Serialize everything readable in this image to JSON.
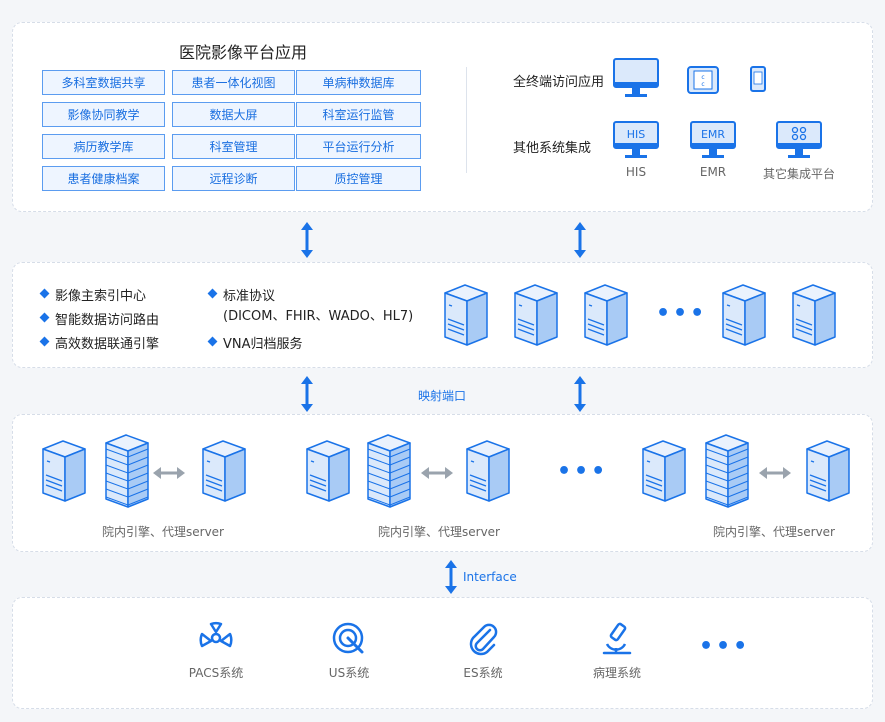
{
  "top": {
    "title": "医院影像平台应用",
    "apps": [
      "多科室数据共享",
      "患者一体化视图",
      "单病种数据库",
      "影像协同教学",
      "数据大屏",
      "科室运行监管",
      "病历教学库",
      "科室管理",
      "平台运行分析",
      "患者健康档案",
      "远程诊断",
      "质控管理"
    ],
    "terminal_label": "全终端访问应用",
    "integration_label": "其他系统集成",
    "monitor_screens": [
      "HIS",
      "EMR"
    ],
    "systems": [
      "HIS",
      "EMR",
      "其它集成平台"
    ]
  },
  "middle": {
    "features_left": [
      "影像主索引中心",
      "智能数据访问路由",
      "高效数据联通引擎"
    ],
    "features_right": [
      "标准协议",
      "(DICOM、FHIR、WADO、HL7)",
      "VNA归档服务"
    ]
  },
  "mapping_label": "映射端口",
  "engine_label": "院内引擎、代理server",
  "interface_label": "Interface",
  "bottom": {
    "systems": [
      "PACS系统",
      "US系统",
      "ES系统",
      "病理系统"
    ]
  },
  "dots": "•••",
  "colors": {
    "accent": "#1a73e8",
    "light": "#eef5ff",
    "server_light": "#dbe9fb"
  }
}
